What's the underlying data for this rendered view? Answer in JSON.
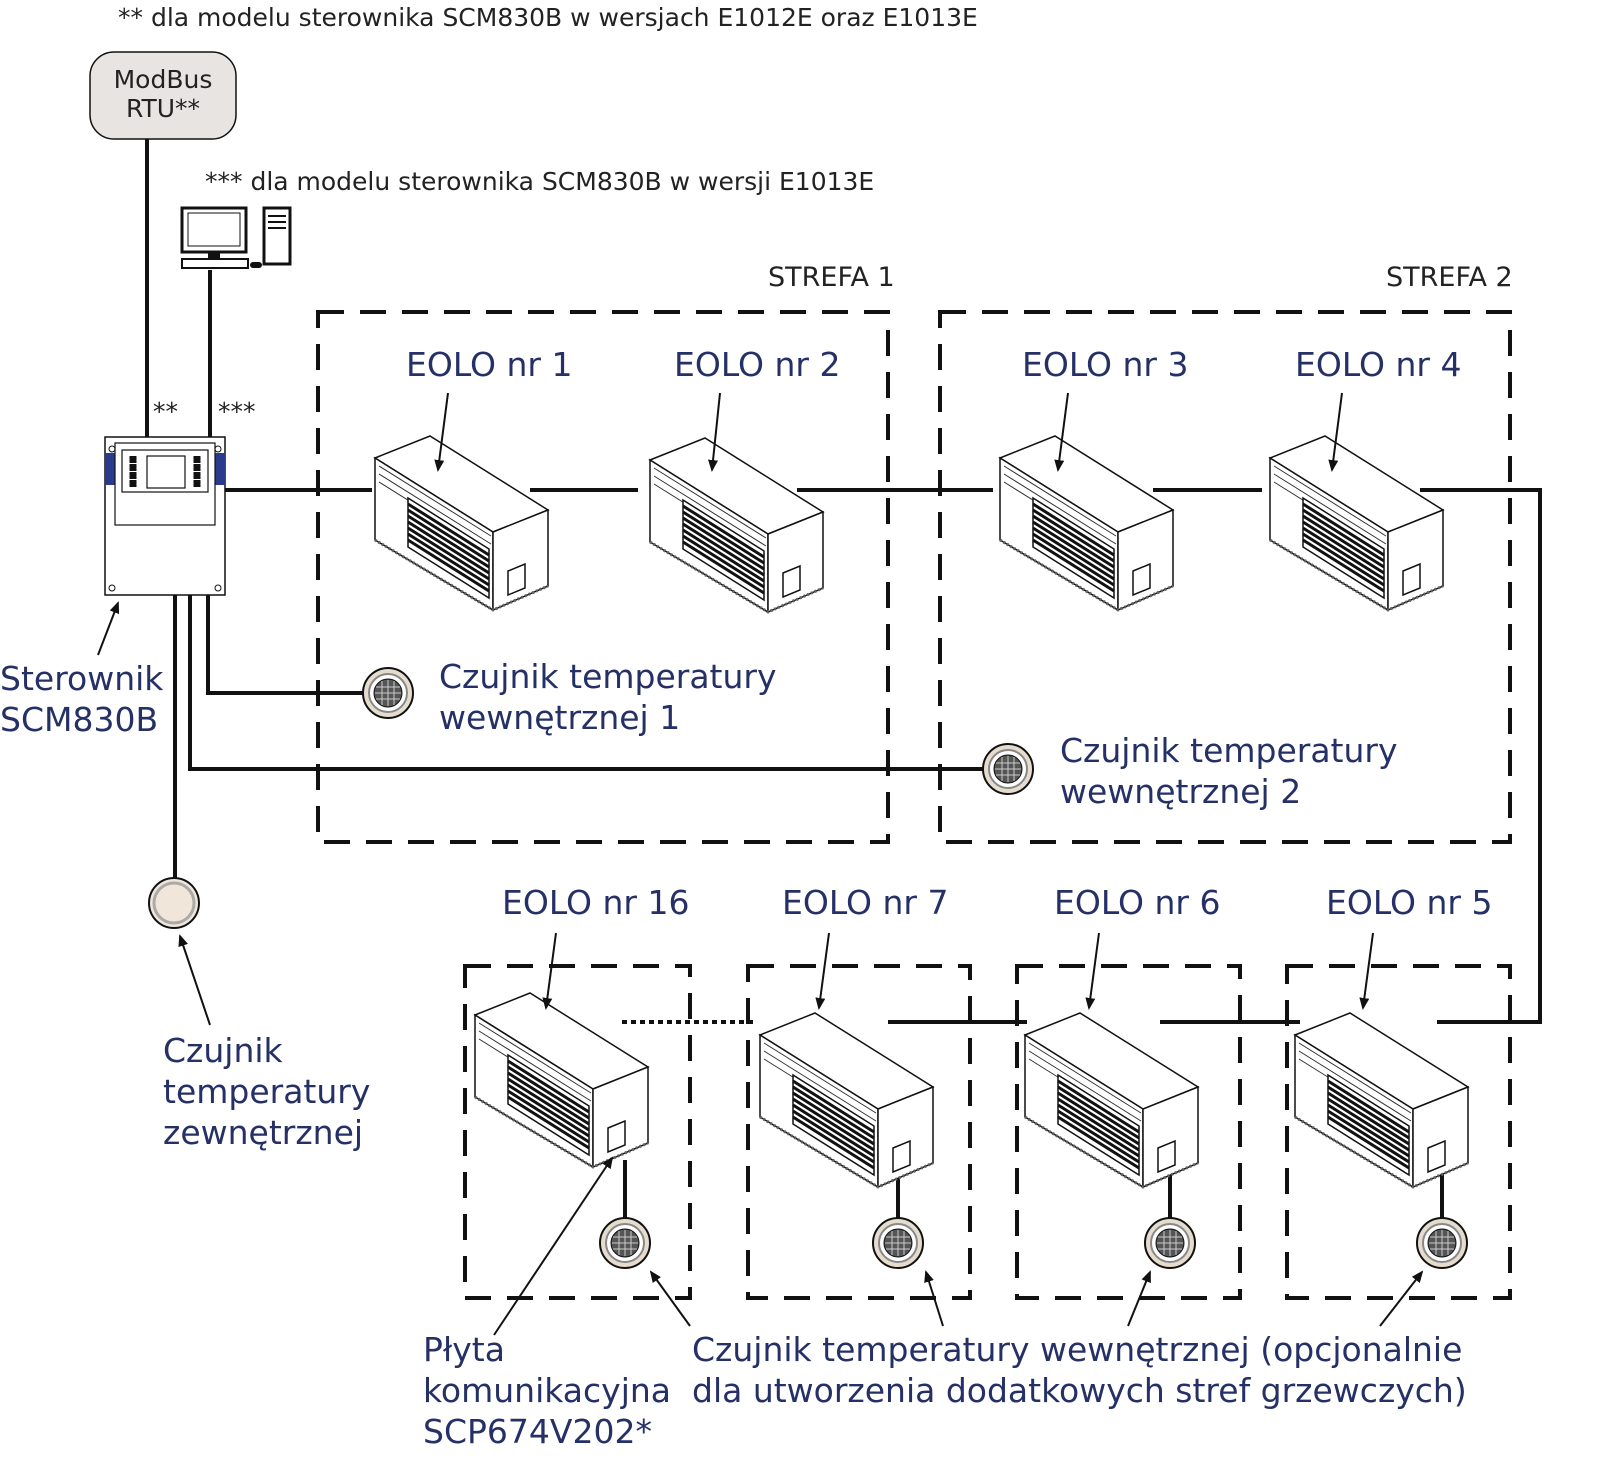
{
  "notes": {
    "double_star": "** dla modelu sterownika SCM830B w wersjach E1012E oraz E1013E",
    "triple_star": "*** dla modelu sterownika SCM830B w wersji E1013E"
  },
  "modbus": {
    "line1": "ModBus",
    "line2": "RTU**"
  },
  "wire_marks": {
    "modbus": "**",
    "pc": "***"
  },
  "zones": {
    "zone1": "STREFA 1",
    "zone2": "STREFA 2"
  },
  "heaters": [
    "EOLO nr 1",
    "EOLO nr 2",
    "EOLO nr 3",
    "EOLO nr 4",
    "EOLO nr 16",
    "EOLO nr 7",
    "EOLO nr 6",
    "EOLO nr 5"
  ],
  "controller": {
    "line1": "Sterownik",
    "line2": "SCM830B"
  },
  "sensor1": {
    "line1": "Czujnik temperatury",
    "line2": "wewnętrznej 1"
  },
  "sensor2": {
    "line1": "Czujnik temperatury",
    "line2": "wewnętrznej 2"
  },
  "outdoor_sensor": {
    "line1": "Czujnik",
    "line2": "temperatury",
    "line3": "zewnętrznej"
  },
  "comm_board": {
    "line1": "Płyta",
    "line2": "komunikacyjna",
    "line3": "SCP674V202*"
  },
  "optional_sensor": {
    "line1": "Czujnik temperatury wewnętrznej (opcjonalnie",
    "line2": "dla utworzenia dodatkowych stref grzewczych)"
  },
  "colors": {
    "label_text": "#243066",
    "controller_accent": "#2a3a8c",
    "modbus_fill": "#e8e4e1",
    "outdoor_sensor_fill": "#f1e6da"
  }
}
